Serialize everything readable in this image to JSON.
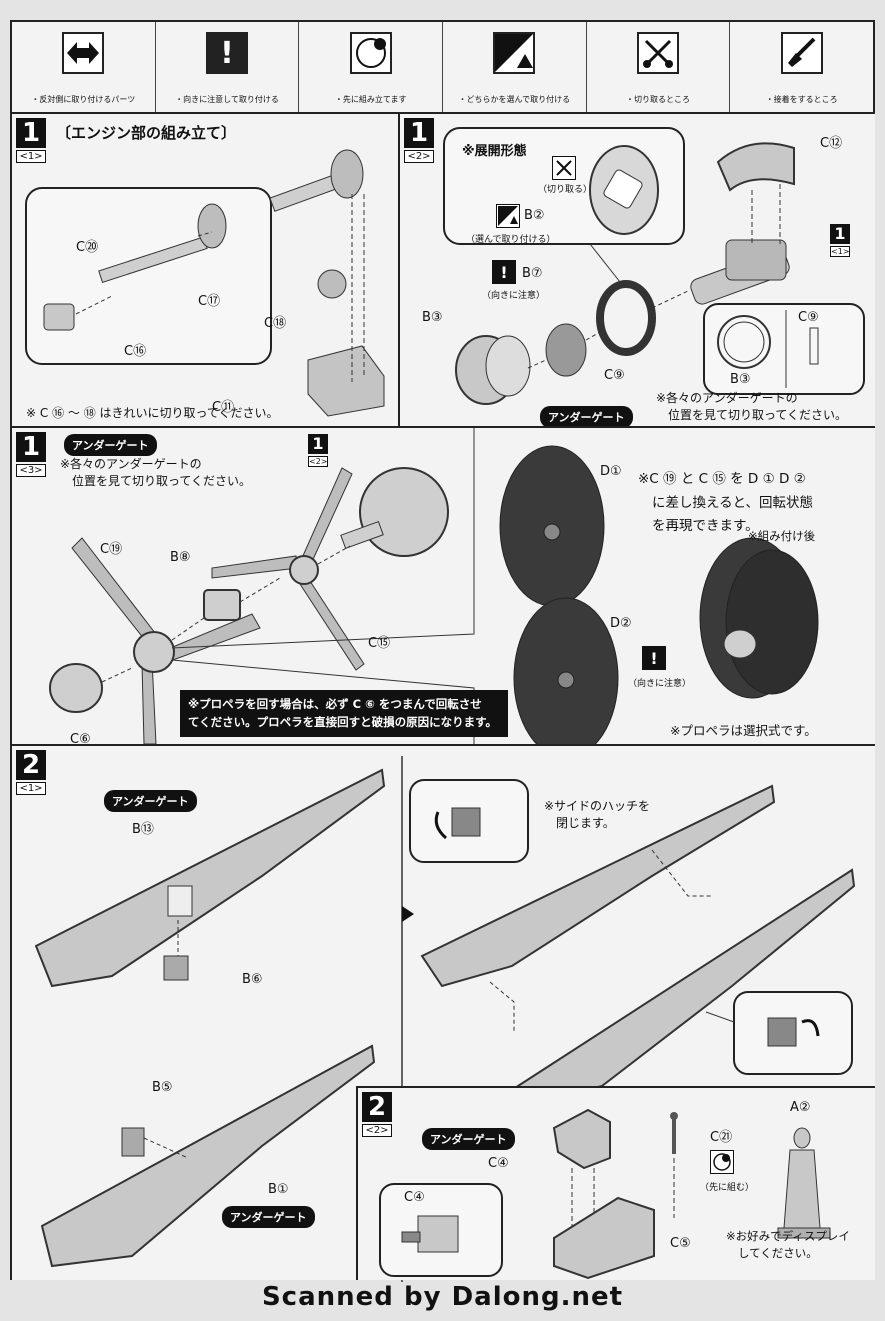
{
  "legend": [
    {
      "icon": "opposite-side-icon",
      "label": "・反対側に取り付けるパーツ"
    },
    {
      "icon": "caution-icon",
      "label": "・向きに注意して取り付ける"
    },
    {
      "icon": "preassemble-icon",
      "label": "・先に組み立てます"
    },
    {
      "icon": "choose-one-icon",
      "label": "・どちらかを選んで取り付ける"
    },
    {
      "icon": "cut-icon",
      "label": "・切り取るところ"
    },
    {
      "icon": "glue-icon",
      "label": "・接着をするところ"
    }
  ],
  "step1_1": {
    "num": "1",
    "sub": "<1>",
    "title": "〔エンジン部の組み立て〕",
    "parts": {
      "c20": "C⑳",
      "c17": "C⑰",
      "c16": "C⑯",
      "c18": "C⑱",
      "c11": "C⑪"
    },
    "note": "※ C ⑯ ～ ⑱ はきれいに切り取ってください。"
  },
  "step1_2": {
    "num": "1",
    "sub": "<2>",
    "expand_title": "※展開形態",
    "cut_label": "（切り取る）",
    "choose_label": "（選んで取り付ける）",
    "caution_label": "（向きに注意）",
    "parts": {
      "b2": "B②",
      "b7": "B⑦",
      "b3": "B③",
      "c9": "C⑨",
      "c12": "C⑫",
      "b3_inset": "B③",
      "c9_inset": "C⑨"
    },
    "ref_num": "1",
    "ref_sub": "<1>",
    "tag": "アンダーゲート",
    "note_line1": "※各々のアンダーゲートの",
    "note_line2": "位置を見て切り取ってください。"
  },
  "step1_3": {
    "num": "1",
    "sub": "<3>",
    "tag": "アンダーゲート",
    "note_line1": "※各々のアンダーゲートの",
    "note_line2": "位置を見て切り取ってください。",
    "ref_num": "1",
    "ref_sub": "<2>",
    "parts": {
      "c19": "C⑲",
      "b8": "B⑧",
      "c15": "C⑮",
      "c6": "C⑥",
      "d1": "D①",
      "d2": "D②"
    },
    "warning_line1": "※プロペラを回す場合は、必ず C ⑥ をつまんで回転させ",
    "warning_line2": "てください。プロペラを直接回すと破損の原因になります。",
    "swap_line1": "※C ⑲ と C ⑮ を D ① D ②",
    "swap_line2": "に差し換えると、回転状態",
    "swap_line3": "を再現できます。",
    "assembled_label": "※組み付け後",
    "caution_label": "（向きに注意）",
    "select_note": "※プロペラは選択式です。"
  },
  "step2_1": {
    "num": "2",
    "sub": "<1>",
    "tag_top": "アンダーゲート",
    "tag_bottom": "アンダーゲート",
    "parts": {
      "b13": "B⑬",
      "b6": "B⑥",
      "b5": "B⑤",
      "b1": "B①"
    },
    "hatch_line1": "※サイドのハッチを",
    "hatch_line2": "閉じます。"
  },
  "step2_2": {
    "num": "2",
    "sub": "<2>",
    "tag": "アンダーゲート",
    "parts": {
      "c4": "C④",
      "c4_inset": "C④",
      "c21": "C㉑",
      "c5": "C⑤",
      "a2": "A②"
    },
    "preassemble_label": "（先に組む）",
    "display_line1": "※お好みでディスプレイ",
    "display_line2": "してください。"
  },
  "footer": "Scanned by Dalong.net"
}
